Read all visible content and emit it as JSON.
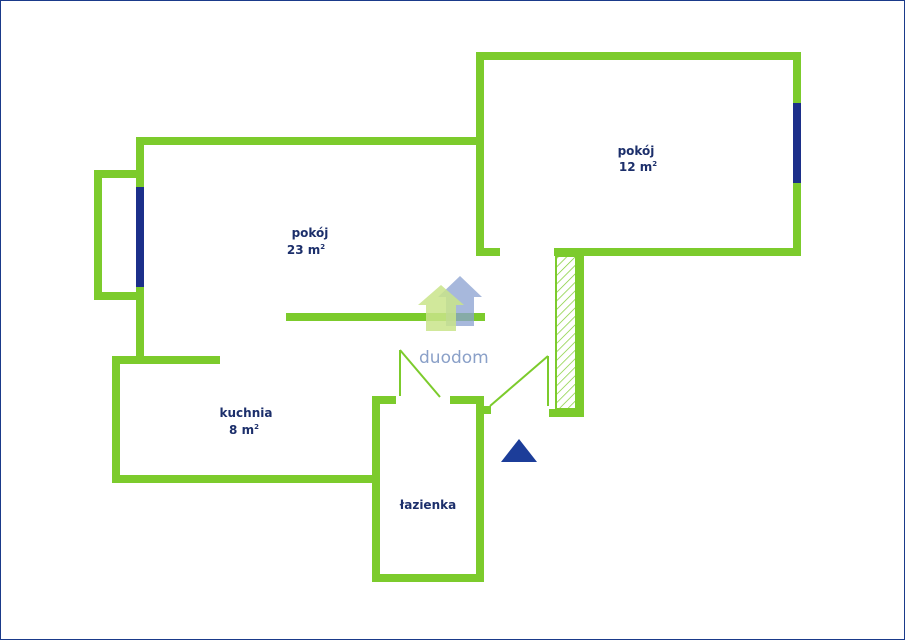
{
  "colors": {
    "wall": "#7ccb2c",
    "window": "#1c2f8a",
    "label": "#1c2f6b",
    "entrance_marker": "#1c3d99",
    "logo_green": "#c9e48a",
    "logo_blue": "#8aa0d0"
  },
  "rooms": [
    {
      "id": "pokoj-23",
      "name": "pokój",
      "area_num": "23 m",
      "area_sup": "2"
    },
    {
      "id": "pokoj-12",
      "name": "pokój",
      "area_num": "12 m",
      "area_sup": "2"
    },
    {
      "id": "kuchnia",
      "name": "kuchnia",
      "area_num": "8 m",
      "area_sup": "2"
    },
    {
      "id": "lazienka",
      "name": "łazienka"
    }
  ],
  "logo": {
    "text": "duodom",
    "icon": "house-logo-icon"
  },
  "markers": {
    "entrance_icon": "entrance-triangle-icon"
  }
}
